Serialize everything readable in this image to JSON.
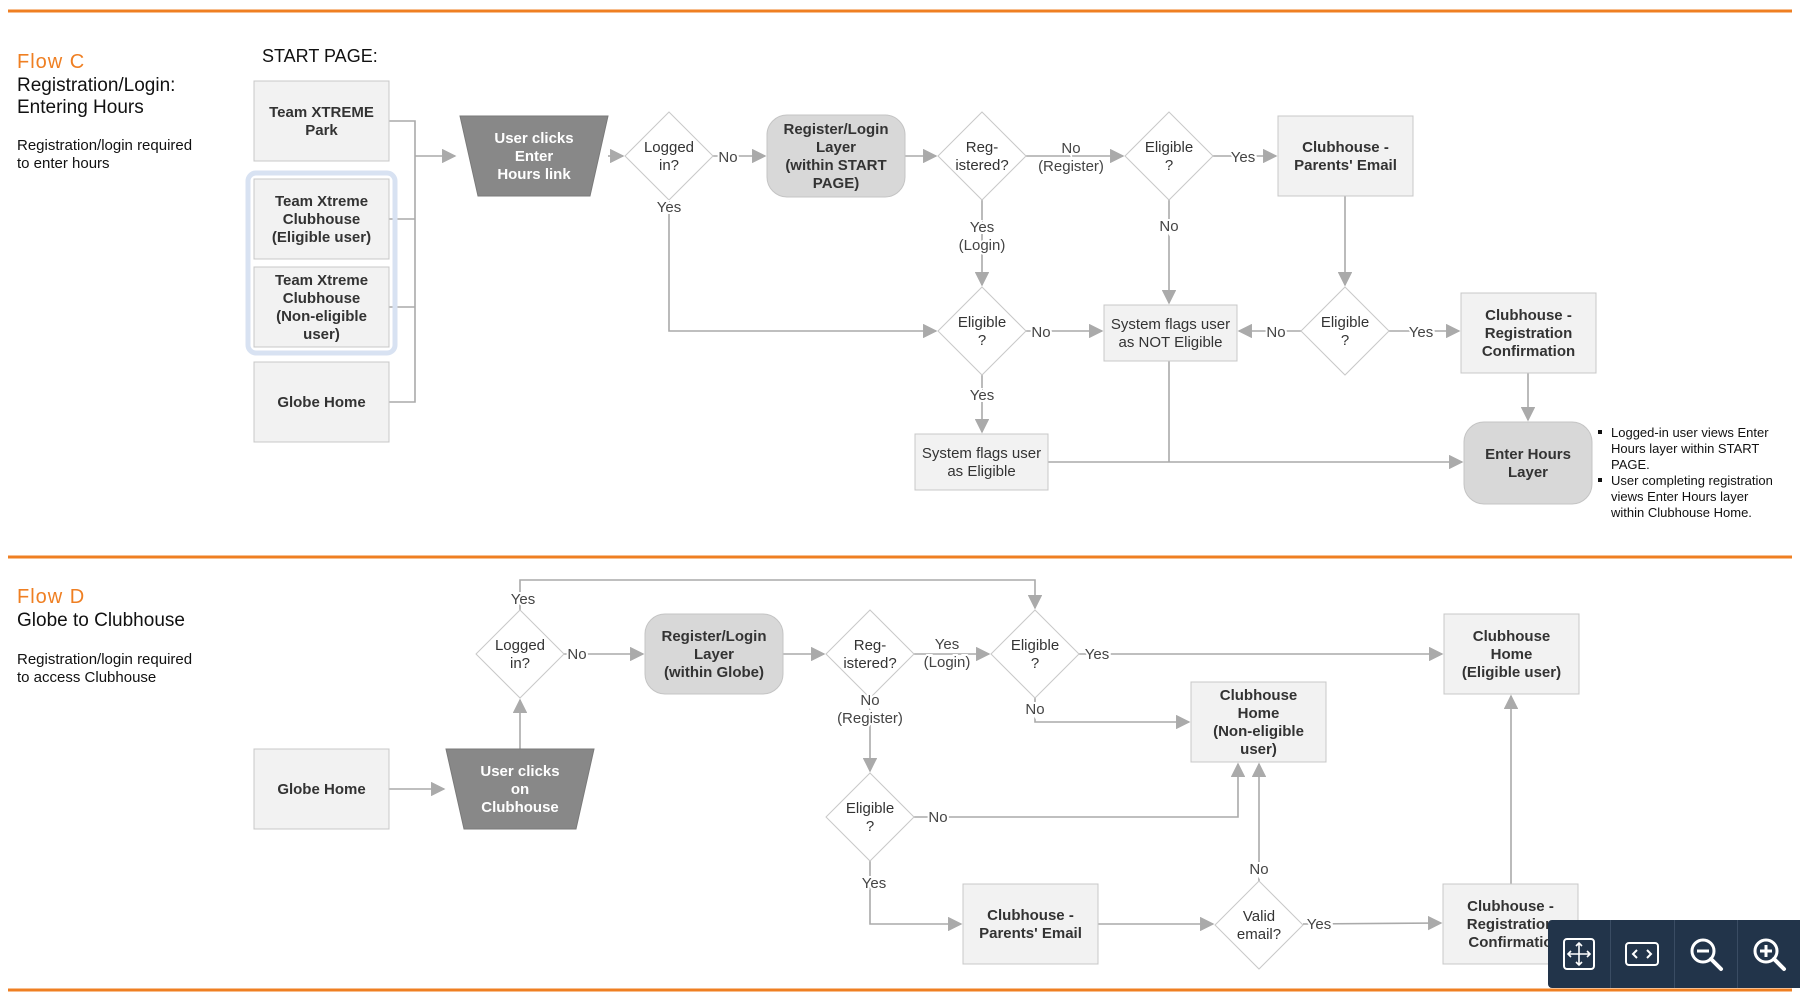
{
  "sections": {
    "flow_c": {
      "tag": "Flow C",
      "title_lines": [
        "Registration/Login:",
        "Entering Hours"
      ],
      "desc_lines": [
        "Registration/login required",
        "to enter hours"
      ],
      "start_label": "START PAGE:"
    },
    "flow_d": {
      "tag": "Flow D",
      "title_lines": [
        "Globe to Clubhouse"
      ],
      "desc_lines": [
        "Registration/login required",
        "to access Clubhouse"
      ]
    }
  },
  "nodes": {
    "c_team_park": {
      "lines": [
        "Team XTREME",
        "Park"
      ]
    },
    "c_clubhouse_eligible": {
      "lines": [
        "Team Xtreme",
        "Clubhouse",
        "(Eligible user)"
      ]
    },
    "c_clubhouse_noneligible": {
      "lines": [
        "Team Xtreme",
        "Clubhouse",
        "(Non-eligible",
        "user)"
      ]
    },
    "c_globe_home": {
      "lines": [
        "Globe Home"
      ]
    },
    "c_user_clicks": {
      "lines": [
        "User clicks",
        "Enter",
        "Hours link"
      ]
    },
    "c_logged_in": {
      "lines": [
        "Logged",
        "in?"
      ]
    },
    "c_reg_layer": {
      "lines": [
        "Register/Login",
        "Layer",
        "(within START",
        "PAGE)"
      ]
    },
    "c_registered": {
      "lines": [
        "Reg-",
        "istered?"
      ]
    },
    "c_eligible_top": {
      "lines": [
        "Eligible",
        "?"
      ]
    },
    "c_parents_email": {
      "lines": [
        "Clubhouse -",
        "Parents' Email"
      ]
    },
    "c_eligible_mid": {
      "lines": [
        "Eligible",
        "?"
      ]
    },
    "c_flag_not": {
      "lines": [
        "System flags user",
        "as NOT Eligible"
      ]
    },
    "c_eligible_right": {
      "lines": [
        "Eligible",
        "?"
      ]
    },
    "c_reg_confirm": {
      "lines": [
        "Clubhouse -",
        "Registration",
        "Confirmation"
      ]
    },
    "c_flag_eligible": {
      "lines": [
        "System flags user",
        "as Eligible"
      ]
    },
    "c_enter_hours": {
      "lines": [
        "Enter Hours",
        "Layer"
      ]
    },
    "d_logged_in": {
      "lines": [
        "Logged",
        "in?"
      ]
    },
    "d_reg_layer": {
      "lines": [
        "Register/Login",
        "Layer",
        "(within  Globe)"
      ]
    },
    "d_registered": {
      "lines": [
        "Reg-",
        "istered?"
      ]
    },
    "d_eligible_top": {
      "lines": [
        "Eligible",
        "?"
      ]
    },
    "d_home_eligible": {
      "lines": [
        "Clubhouse",
        "Home",
        "(Eligible user)"
      ]
    },
    "d_home_noneligible": {
      "lines": [
        "Clubhouse",
        "Home",
        "(Non-eligible",
        "user)"
      ]
    },
    "d_globe_home": {
      "lines": [
        "Globe Home"
      ]
    },
    "d_user_clicks": {
      "lines": [
        "User clicks",
        "on",
        "Clubhouse"
      ]
    },
    "d_eligible_low": {
      "lines": [
        "Eligible",
        "?"
      ]
    },
    "d_parents_email": {
      "lines": [
        "Clubhouse -",
        "Parents' Email"
      ]
    },
    "d_valid_email": {
      "lines": [
        "Valid",
        "email?"
      ]
    },
    "d_reg_confirm": {
      "lines": [
        "Clubhouse -",
        "Registration",
        "Confirmatio"
      ]
    }
  },
  "edge_labels": {
    "c_no_logged": {
      "lines": [
        "No"
      ]
    },
    "c_yes_logged": {
      "lines": [
        "Yes"
      ]
    },
    "c_no_register": {
      "lines": [
        "No",
        "(Register)"
      ]
    },
    "c_yes_login": {
      "lines": [
        "Yes",
        "(Login)"
      ]
    },
    "c_yes_eligible_top": {
      "lines": [
        "Yes"
      ]
    },
    "c_no_eligible_top": {
      "lines": [
        "No"
      ]
    },
    "c_no_eligible_mid": {
      "lines": [
        "No"
      ]
    },
    "c_yes_eligible_mid": {
      "lines": [
        "Yes"
      ]
    },
    "c_no_eligible_right": {
      "lines": [
        "No"
      ]
    },
    "c_yes_eligible_right": {
      "lines": [
        "Yes"
      ]
    },
    "d_yes_logged": {
      "lines": [
        "Yes"
      ]
    },
    "d_no_logged": {
      "lines": [
        "No"
      ]
    },
    "d_yes_login": {
      "lines": [
        "Yes",
        "(Login)"
      ]
    },
    "d_yes_eligible_top": {
      "lines": [
        "Yes"
      ]
    },
    "d_no_register": {
      "lines": [
        "No",
        "(Register)"
      ]
    },
    "d_no_eligible_top": {
      "lines": [
        "No"
      ]
    },
    "d_no_eligible_low": {
      "lines": [
        "No"
      ]
    },
    "d_yes_eligible_low": {
      "lines": [
        "Yes"
      ]
    },
    "d_no_valid": {
      "lines": [
        "No"
      ]
    },
    "d_yes_valid": {
      "lines": [
        "Yes"
      ]
    }
  },
  "notes": {
    "enter_hours_bullets": [
      [
        "Logged-in user views Enter",
        "Hours layer within START",
        "PAGE."
      ],
      [
        "User completing registration",
        "views Enter Hours layer",
        "within Clubhouse Home."
      ]
    ]
  },
  "toolbar": {
    "buttons": [
      {
        "icon": "fit-screen-icon"
      },
      {
        "icon": "code-brackets-icon"
      },
      {
        "icon": "zoom-out-icon"
      },
      {
        "icon": "zoom-in-icon"
      }
    ]
  },
  "colors": {
    "accent": "#ef7f22",
    "box_fill": "#f2f2f2",
    "box_stroke": "#c8c8c8",
    "dark_fill": "#888888",
    "rounded_fill": "#d8d8d8",
    "connector": "#aaaaaa",
    "toolbar": "#22344a"
  }
}
